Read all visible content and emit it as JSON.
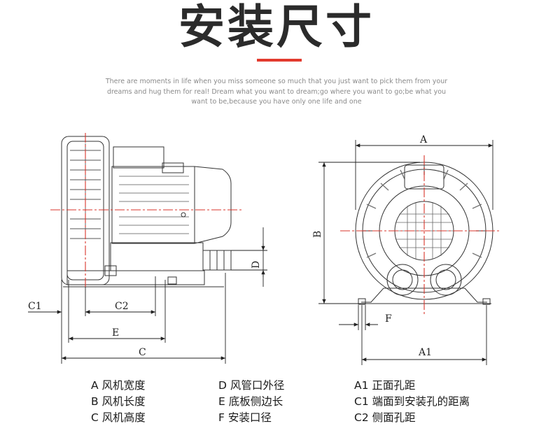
{
  "header": {
    "title": "安装尺寸",
    "subtitle_lines": [
      "There are moments in life when you miss someone so much that you just want to pick them from your",
      "dreams and hug them for real! Dream what you want to dream;go where you want to go;be what you",
      "want to be,because you have only one life and one"
    ],
    "accent_color": "#e23a2e"
  },
  "dimension_labels": {
    "A": "A",
    "B": "B",
    "C": "C",
    "D": "D",
    "E": "E",
    "F": "F",
    "A1": "A1",
    "C1": "C1",
    "C2": "C2"
  },
  "legend": {
    "col1": [
      "A 风机宽度",
      "B 风机长度",
      "C 风机高度"
    ],
    "col2": [
      "D 风管口外径",
      "E 底板侧边长",
      "F 安装口径"
    ],
    "col3": [
      "A1 正面孔距",
      "C1 端面到安装孔的距离",
      "C2 侧面孔距"
    ]
  }
}
